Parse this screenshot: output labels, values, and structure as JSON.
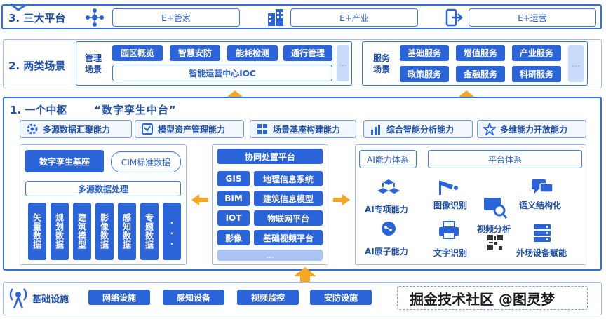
{
  "platforms": {
    "title": "3. 三大平台",
    "items": [
      "E+管家",
      "E+产业",
      "E+运营"
    ]
  },
  "scenarios": {
    "title": "2. 两类场景",
    "management": {
      "label": "管理\n场景",
      "buttons": [
        "园区概览",
        "智慧安防",
        "能耗检测",
        "通行管理"
      ],
      "ioc": "智能运营中心IOC",
      "more": "..."
    },
    "service": {
      "label": "服务\n场景",
      "buttons": [
        "基础服务",
        "增值服务",
        "产业服务",
        "政策服务",
        "金融服务",
        "科研服务"
      ],
      "more": "..."
    }
  },
  "hub": {
    "title": "1. 一个中枢",
    "subtitle": "“数字孪生中台”",
    "capabilities": [
      "多源数据汇聚能力",
      "模型资产管理能力",
      "场景基座构建能力",
      "综合智能分析能力",
      "多维能力开放能力"
    ],
    "twin_base": {
      "title": "数字孪生基座",
      "cim": "CIM标准数据",
      "processing": "多源数据处理",
      "columns": [
        "矢量数据",
        "规划数据",
        "建筑模型",
        "影像数据",
        "感知数据",
        "专题数据"
      ],
      "more": "..."
    },
    "collab": {
      "title": "协同处置平台",
      "rows": [
        {
          "tag": "GIS",
          "name": "地理信息系统"
        },
        {
          "tag": "BIM",
          "name": "建筑信息模型"
        },
        {
          "tag": "IOT",
          "name": "物联网平台"
        },
        {
          "tag": "影像",
          "name": "基础视频平台"
        }
      ],
      "more": "..."
    },
    "ai": {
      "system_label": "AI能力体系",
      "platform_label": "平台体系",
      "items": [
        "AI专项能力",
        "AI原子能力"
      ],
      "platform_items": [
        "图像识别",
        "语义结构化",
        "视频分析",
        "文字识别",
        "外场设备赋能"
      ]
    }
  },
  "infrastructure": {
    "label": "基础设施",
    "items": [
      "网络设施",
      "感知设备",
      "视频监控",
      "安防设施"
    ]
  },
  "watermark": "掘金技术社区 @图灵梦",
  "colors": {
    "primary": "#2b63d9",
    "accent": "#f5a623",
    "border": "#2f6fe0"
  }
}
